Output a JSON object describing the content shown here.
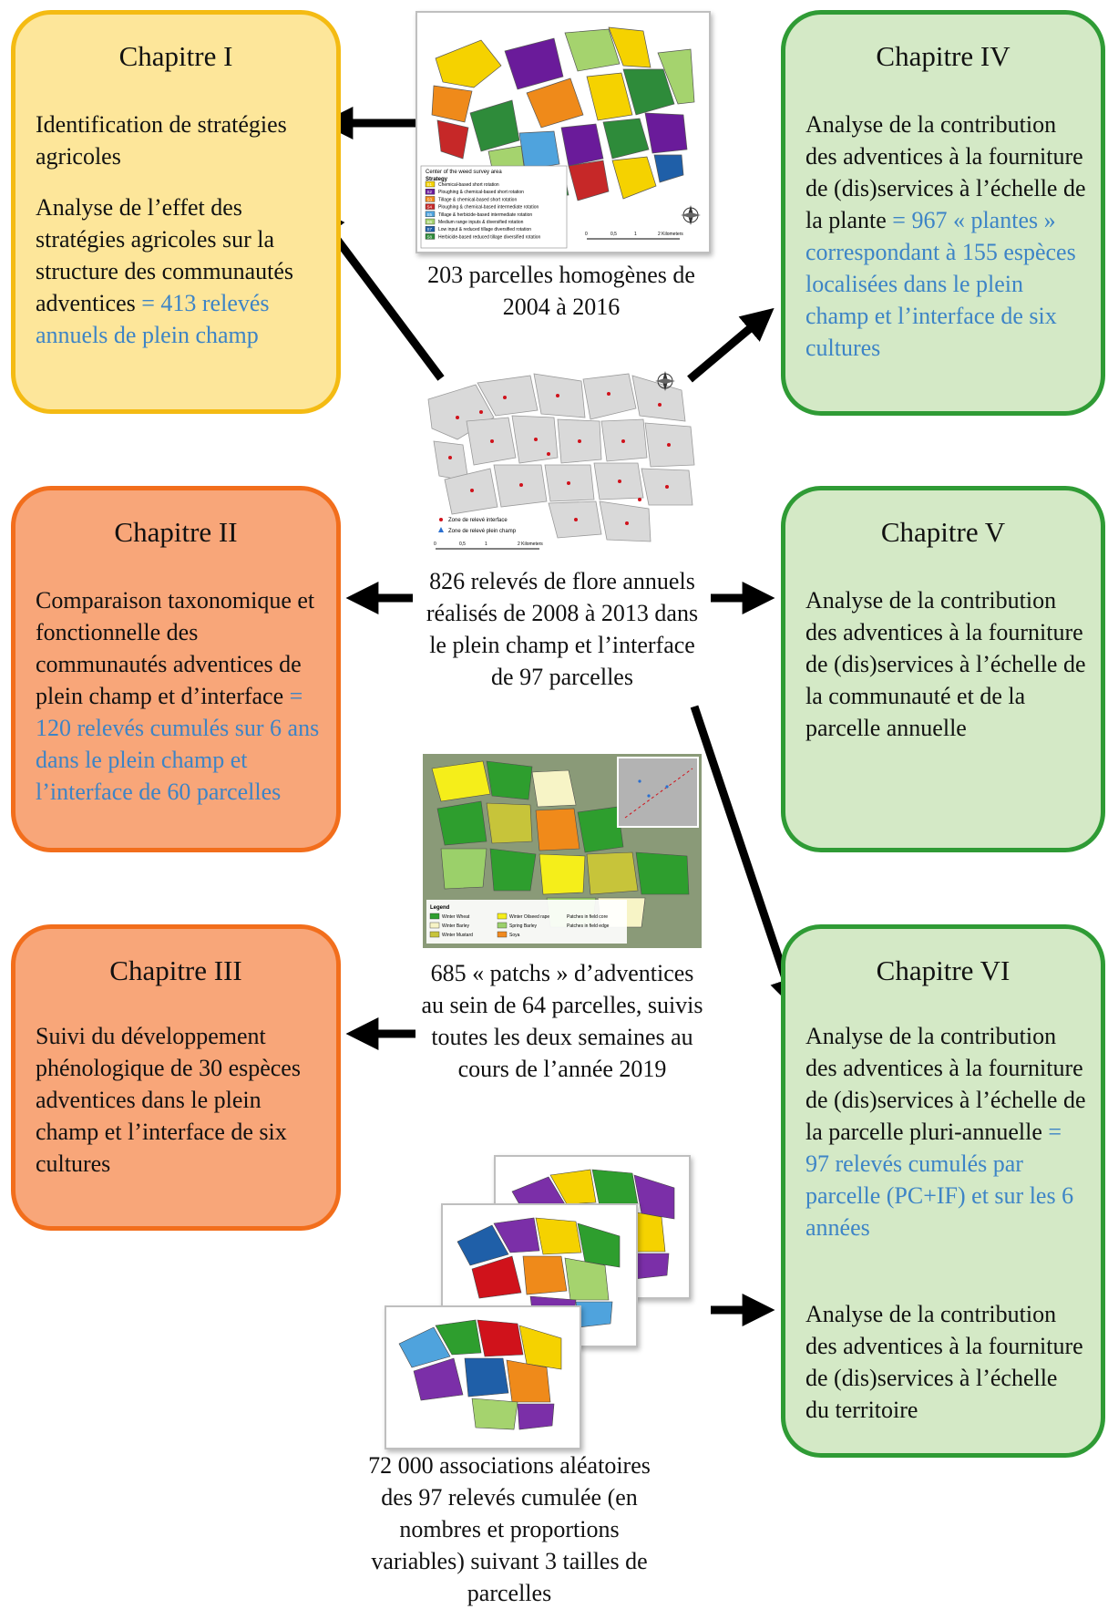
{
  "chapters": [
    {
      "title": "Chapitre I",
      "paragraphs": [
        {
          "text": "Identification de stratégies agricoles",
          "highlight": ""
        },
        {
          "text": "Analyse de l’effet des stratégies agricoles sur la structure des communautés adventices",
          "highlight": "= 413 relevés annuels de plein champ"
        }
      ]
    },
    {
      "title": "Chapitre II",
      "paragraphs": [
        {
          "text": "Comparaison taxonomique et fonctionnelle des communautés adventices de plein champ et d’interface",
          "highlight": "= 120 relevés cumulés sur 6 ans dans le plein champ et l’interface de 60 parcelles"
        }
      ]
    },
    {
      "title": "Chapitre III",
      "paragraphs": [
        {
          "text": "Suivi du développement phénologique de 30 espèces adventices dans le plein champ et l’interface de six cultures",
          "highlight": ""
        }
      ]
    },
    {
      "title": "Chapitre IV",
      "paragraphs": [
        {
          "text": "Analyse de la contribution des adventices à la fourniture de (dis)services à l’échelle de la plante",
          "highlight": "= 967 « plantes » correspondant à 155 espèces localisées dans le plein champ et l’interface de six cultures"
        }
      ]
    },
    {
      "title": "Chapitre V",
      "paragraphs": [
        {
          "text": "Analyse de la contribution des adventices à la fourniture de (dis)services à l’échelle de la communauté et de la parcelle annuelle",
          "highlight": ""
        }
      ]
    },
    {
      "title": "Chapitre VI",
      "paragraphs": [
        {
          "text": "Analyse de la contribution des adventices à la fourniture de (dis)services à l’échelle de la parcelle pluri-annuelle",
          "highlight": "= 97 relevés cumulés par parcelle (PC+IF) et sur les 6 années"
        },
        {
          "text": "Analyse de la contribution des adventices à la fourniture de (dis)services à l’échelle du territoire",
          "highlight": ""
        }
      ]
    }
  ],
  "captions": {
    "map1": "203 parcelles homogènes de 2004 à 2016",
    "map2": "826 relevés de flore annuels réalisés de 2008 à 2013 dans le plein champ et l’interface de 97 parcelles",
    "map3": "685 « patchs » d’adventices au sein de 64 parcelles, suivis toutes les deux semaines au cours de l’année 2019",
    "map4": "72 000 associations aléatoires des 97 relevés cumulée (en nombres et proportions variables) suivant 3 tailles de parcelles"
  },
  "map1": {
    "legend_center": "Center of the weed survey area",
    "legend_title": "Strategy",
    "strategies": [
      {
        "code": "S1",
        "label": "Chemical-based short rotation",
        "color": "#f5d200"
      },
      {
        "code": "S2",
        "label": "Ploughing & chemical-based short rotation",
        "color": "#6a1b9a"
      },
      {
        "code": "S3",
        "label": "Tillage & chemical-based short rotation",
        "color": "#ef8a1a"
      },
      {
        "code": "S4",
        "label": "Ploughing & chemical-based intermediate rotation",
        "color": "#c62828"
      },
      {
        "code": "S5",
        "label": "Tillage & herbicide-based intermediate rotation",
        "color": "#4fa3dd"
      },
      {
        "code": "S6",
        "label": "Medium range inputs & diversified rotation",
        "color": "#a5d36e"
      },
      {
        "code": "S7",
        "label": "Low input & reduced tillage diversified rotation",
        "color": "#1f5fa8"
      },
      {
        "code": "S8",
        "label": "Herbicide-based reduced tillage diversified rotation",
        "color": "#2e8b3a"
      }
    ],
    "scale_ticks": [
      "0",
      "0,5",
      "1",
      "2 Kilometers"
    ]
  },
  "map2": {
    "legend_interface": "Zone de relevé interface",
    "legend_field": "Zone de relevé plein champ",
    "scale_ticks": [
      "0",
      "0,5",
      "1",
      "2 Kilometers"
    ]
  },
  "map3": {
    "legend_title": "Legend",
    "legend_items": [
      {
        "label": "Winter Wheat",
        "color": "#2e9e2e"
      },
      {
        "label": "Winter Barley",
        "color": "#f7f4c6"
      },
      {
        "label": "Winter Mustard",
        "color": "#c7c43a"
      },
      {
        "label": "Winter Oilseed rape",
        "color": "#f5ee1a"
      },
      {
        "label": "Spring Barley",
        "color": "#9bd06a"
      },
      {
        "label": "Soya",
        "color": "#f08a1f"
      }
    ],
    "patch_labels": [
      "Patches in field core",
      "Patches in field edge"
    ]
  },
  "colors": {
    "yellow_fill": "#fde69a",
    "yellow_border": "#f4bb13",
    "orange_fill": "#f8a679",
    "orange_border": "#f26e1c",
    "green_fill": "#d4e9c6",
    "green_border": "#2f9b35",
    "highlight_text": "#3d84c6"
  }
}
